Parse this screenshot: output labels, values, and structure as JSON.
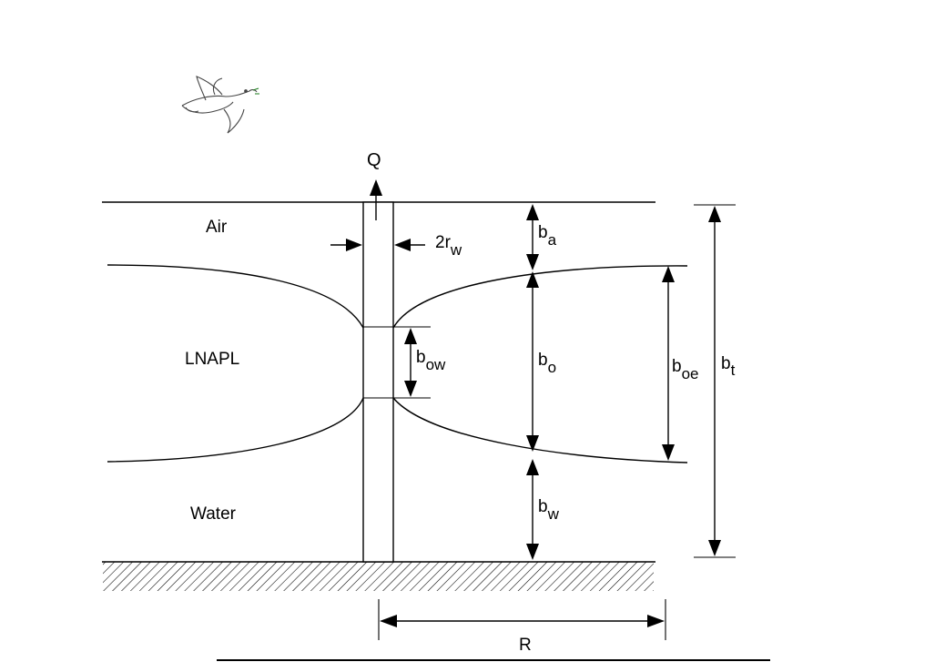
{
  "diagram": {
    "flow_label": "Q",
    "zones": {
      "air": "Air",
      "lnapl": "LNAPL",
      "water": "Water"
    },
    "well_diameter": {
      "base": "2r",
      "sub": "w"
    },
    "thickness_labels": {
      "b_a": {
        "base": "b",
        "sub": "a"
      },
      "b_ow": {
        "base": "b",
        "sub": "ow"
      },
      "b_o": {
        "base": "b",
        "sub": "o"
      },
      "b_oe": {
        "base": "b",
        "sub": "oe"
      },
      "b_t": {
        "base": "b",
        "sub": "t"
      },
      "b_w": {
        "base": "b",
        "sub": "w"
      }
    },
    "radius_label": "R",
    "decoration": "bird-sketch-icon"
  }
}
